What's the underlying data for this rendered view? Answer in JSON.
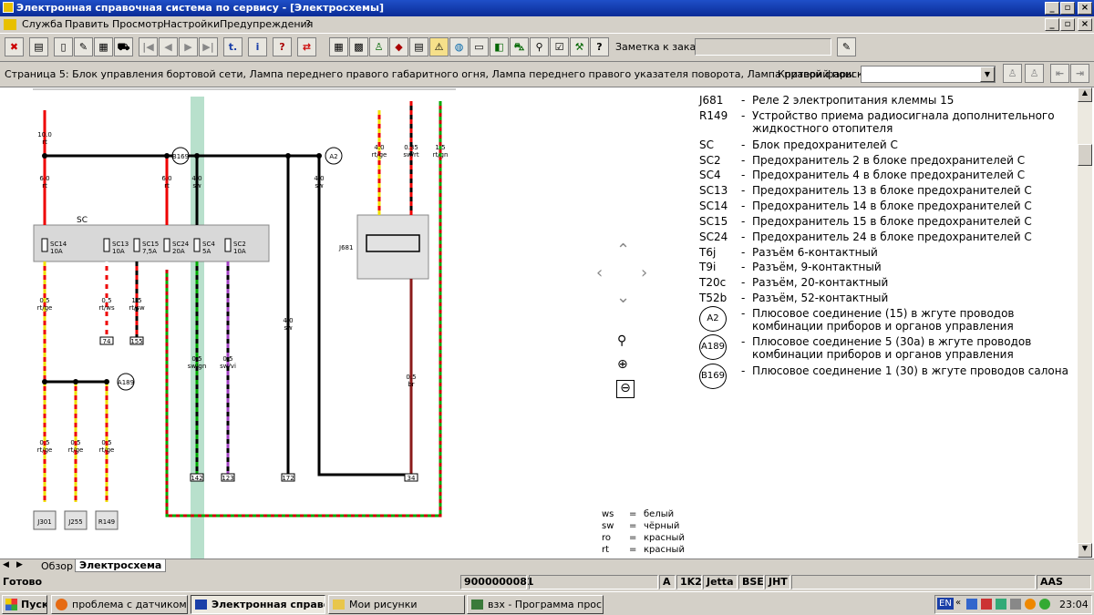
{
  "window": {
    "title": "Электронная справочная система по сервису - [Электросхемы]"
  },
  "menu": [
    "Служба",
    "Править",
    "Просмотр",
    "Настройки",
    "Предупреждения",
    "?"
  ],
  "toolbar": {
    "note_label": "Заметка к заказу:",
    "note_value": ""
  },
  "infobar": {
    "page_text": "Страница 5: Блок управления бортовой сети, Лампа переднего правого габаритного огня, Лампа переднего правого указателя поворота, Лампа правой фары",
    "search_label": "Критерий поиска:",
    "search_value": ""
  },
  "legend": [
    {
      "code": "J681",
      "text": "Реле 2 электропитания клеммы 15"
    },
    {
      "code": "R149",
      "text": "Устройство приема радиосигнала дополнительного жидкостного отопителя"
    },
    {
      "code": "SC",
      "text": "Блок предохранителей C"
    },
    {
      "code": "SC2",
      "text": "Предохранитель 2 в блоке предохранителей C"
    },
    {
      "code": "SC4",
      "text": "Предохранитель 4 в блоке предохранителей C"
    },
    {
      "code": "SC13",
      "text": "Предохранитель 13 в блоке предохранителей C"
    },
    {
      "code": "SC14",
      "text": "Предохранитель 14 в блоке предохранителей C"
    },
    {
      "code": "SC15",
      "text": "Предохранитель 15 в блоке предохранителей C"
    },
    {
      "code": "SC24",
      "text": "Предохранитель 24 в блоке предохранителей C"
    },
    {
      "code": "T6j",
      "text": "Разъём 6-контактный"
    },
    {
      "code": "T9i",
      "text": "Разъём, 9-контактный"
    },
    {
      "code": "T20c",
      "text": "Разъём, 20-контактный"
    },
    {
      "code": "T52b",
      "text": "Разъём, 52-контактный"
    }
  ],
  "connections": [
    {
      "code": "A2",
      "text": "Плюсовое соединение (15) в жгуте проводов комбинации приборов и органов управления"
    },
    {
      "code": "A189",
      "text": "Плюсовое соединение 5 (30а) в жгуте проводов комбинации приборов и органов управления"
    },
    {
      "code": "B169",
      "text": "Плюсовое соединение 1 (30) в жгуте проводов салона"
    }
  ],
  "colors": [
    {
      "code": "ws",
      "name": "белый"
    },
    {
      "code": "sw",
      "name": "чёрный"
    },
    {
      "code": "ro",
      "name": "красный"
    },
    {
      "code": "rt",
      "name": "красный"
    }
  ],
  "diagram": {
    "sc_label": "SC",
    "relay_label": "J681",
    "fuses": [
      {
        "name": "SC14",
        "rating": "10A"
      },
      {
        "name": "SC13",
        "rating": "10A"
      },
      {
        "name": "SC15",
        "rating": "7,5A"
      },
      {
        "name": "SC24",
        "rating": "20A"
      },
      {
        "name": "SC4",
        "rating": "5A"
      },
      {
        "name": "SC2",
        "rating": "10A"
      }
    ],
    "wires": [
      {
        "size": "10.0",
        "color": "rt"
      },
      {
        "size": "6.0",
        "color": "rt"
      },
      {
        "size": "6.0",
        "color": "rt"
      },
      {
        "size": "4.0",
        "color": "sw"
      },
      {
        "size": "4.0",
        "color": "sw"
      },
      {
        "size": "4.0",
        "color": "rt/ge"
      },
      {
        "size": "0.35",
        "color": "sw/rt"
      },
      {
        "size": "1.5",
        "color": "rt/gn"
      },
      {
        "size": "0.5",
        "color": "rt/ge"
      },
      {
        "size": "0.5",
        "color": "rt/ws"
      },
      {
        "size": "1.5",
        "color": "rt/sw"
      },
      {
        "size": "4.0",
        "color": "sw"
      },
      {
        "size": "0.5",
        "color": "sw/gn"
      },
      {
        "size": "0.5",
        "color": "sw/vi"
      },
      {
        "size": "0.5",
        "color": "br"
      },
      {
        "size": "0.5",
        "color": "rt/ge"
      },
      {
        "size": "0.5",
        "color": "rt/ge"
      },
      {
        "size": "0.5",
        "color": "rt/ge"
      }
    ],
    "refs": [
      "74",
      "155",
      "142",
      "123",
      "172",
      "34"
    ],
    "components": [
      "J301",
      "J255",
      "R149"
    ],
    "conn_labels": [
      "A189",
      "B169",
      "A2"
    ]
  },
  "tabs": [
    "Обзор",
    "Электросхема"
  ],
  "status": {
    "ready": "Готово",
    "number": "9000000081",
    "mode": "A",
    "engine": "1K2",
    "model": "Jetta",
    "code1": "BSE",
    "code2": "JHT",
    "code3": "AAS"
  },
  "taskbar": {
    "start": "Пуск",
    "tasks": [
      "проблема с датчиком з...",
      "Электронная справо...",
      "Мои рисунки",
      "взх - Программа просмо..."
    ],
    "lang": "EN",
    "time": "23:04"
  }
}
